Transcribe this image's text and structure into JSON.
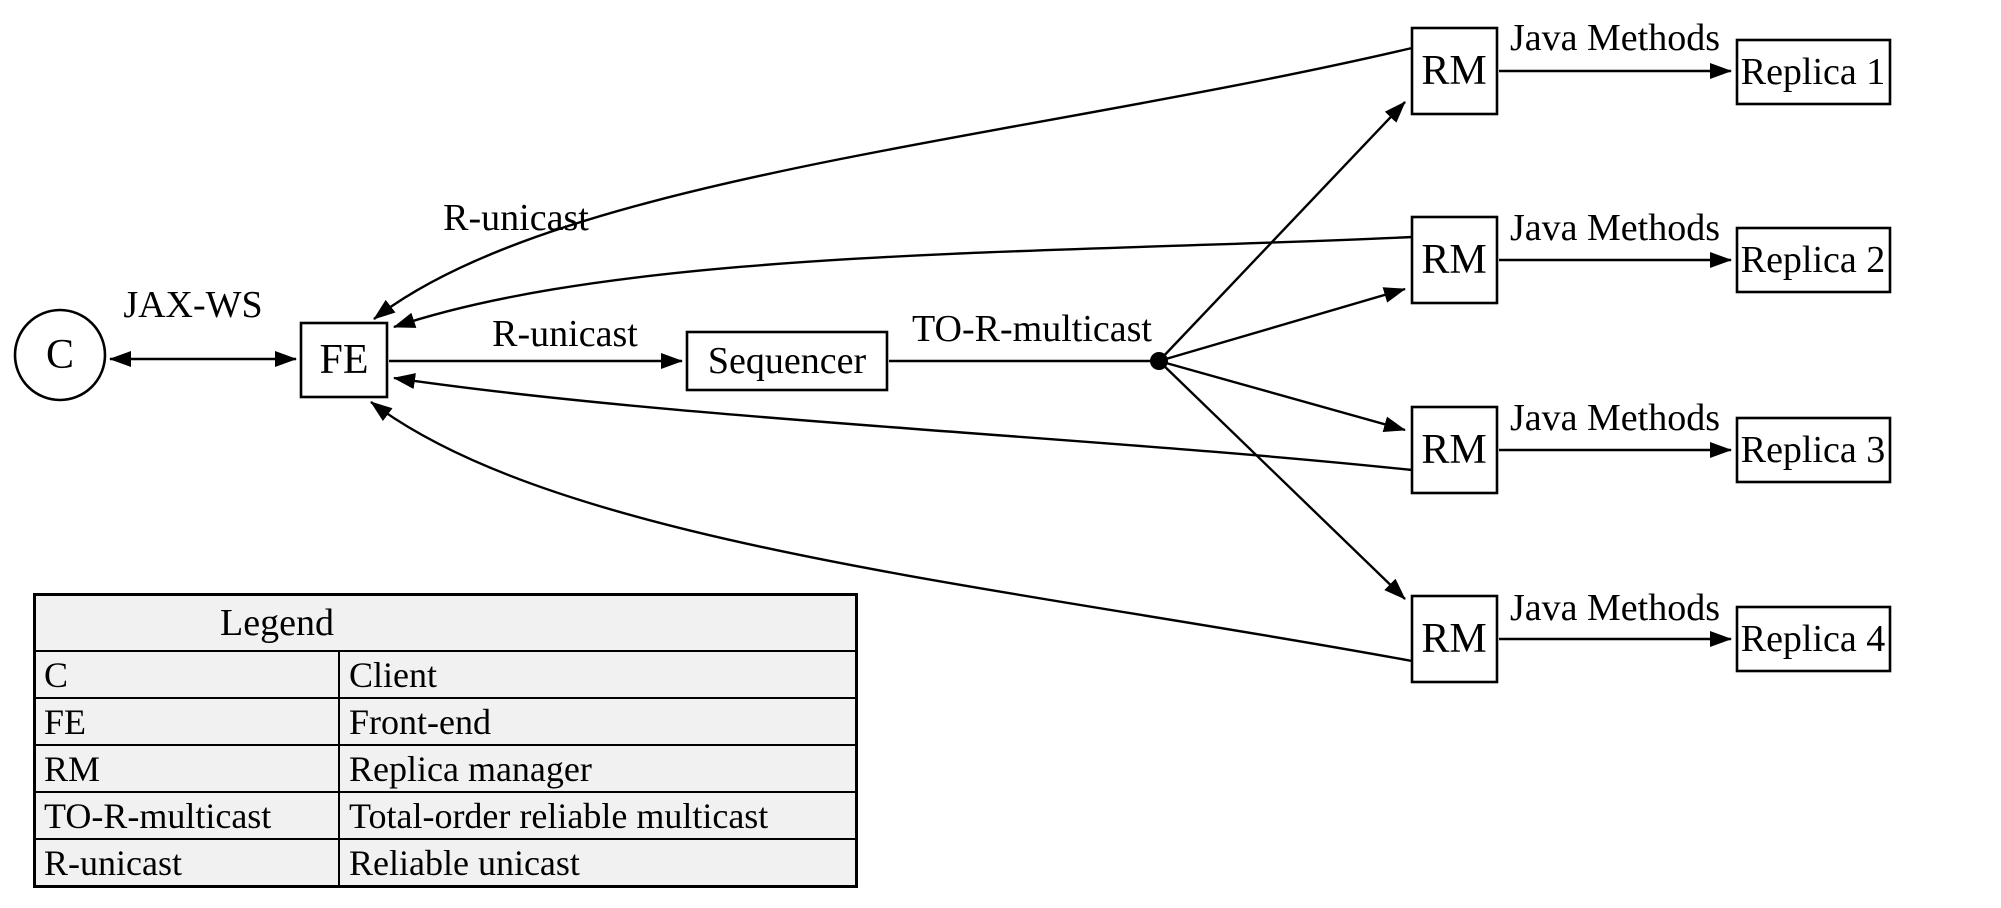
{
  "diagram": {
    "nodes": {
      "client": "C",
      "frontend": "FE",
      "sequencer": "Sequencer",
      "rm": "RM",
      "replicas": [
        "Replica 1",
        "Replica 2",
        "Replica 3",
        "Replica 4"
      ]
    },
    "edge_labels": {
      "jaxws": "JAX-WS",
      "r_unicast_top": "R-unicast",
      "r_unicast_mid": "R-unicast",
      "to_r_multicast": "TO-R-multicast",
      "java_methods": "Java Methods"
    }
  },
  "legend": {
    "title": "Legend",
    "rows": [
      {
        "key": "C",
        "value": "Client"
      },
      {
        "key": "FE",
        "value": "Front-end"
      },
      {
        "key": "RM",
        "value": "Replica manager"
      },
      {
        "key": "TO-R-multicast",
        "value": "Total-order reliable multicast"
      },
      {
        "key": "R-unicast",
        "value": "Reliable unicast"
      }
    ]
  },
  "colors": {
    "line": "#000000",
    "canvas_background": "#ffffff",
    "legend_background": "#f1f1f1"
  }
}
